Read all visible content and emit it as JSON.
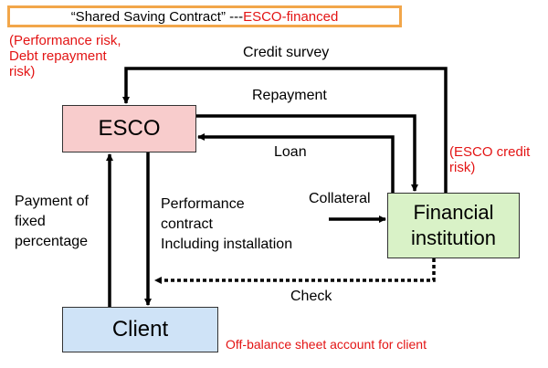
{
  "title": {
    "prefix": "“Shared Saving Contract” --- ",
    "highlight": "ESCO-financed"
  },
  "nodes": {
    "esco": "ESCO",
    "client": "Client",
    "financial_l1": "Financial",
    "financial_l2": "institution"
  },
  "risks": {
    "esco_l1": "(Performance risk,",
    "esco_l2": "Debt repayment",
    "esco_l3": "risk)",
    "fin_l1": "(ESCO credit",
    "fin_l2": "risk)"
  },
  "flows": {
    "credit_survey": "Credit survey",
    "repayment": "Repayment",
    "loan": "Loan",
    "collateral": "Collateral",
    "check": "Check",
    "payment_l1": "Payment of",
    "payment_l2": "fixed",
    "payment_l3": "percentage",
    "perf_l1": "Performance",
    "perf_l2": "contract",
    "perf_l3": "Including installation"
  },
  "footnote": "Off-balance sheet account for client",
  "colors": {
    "accent_red": "#e31414",
    "title_border": "#f2a64a",
    "esco_fill": "#f8cccc",
    "client_fill": "#cfe3f7",
    "financial_fill": "#d9f2c7"
  }
}
